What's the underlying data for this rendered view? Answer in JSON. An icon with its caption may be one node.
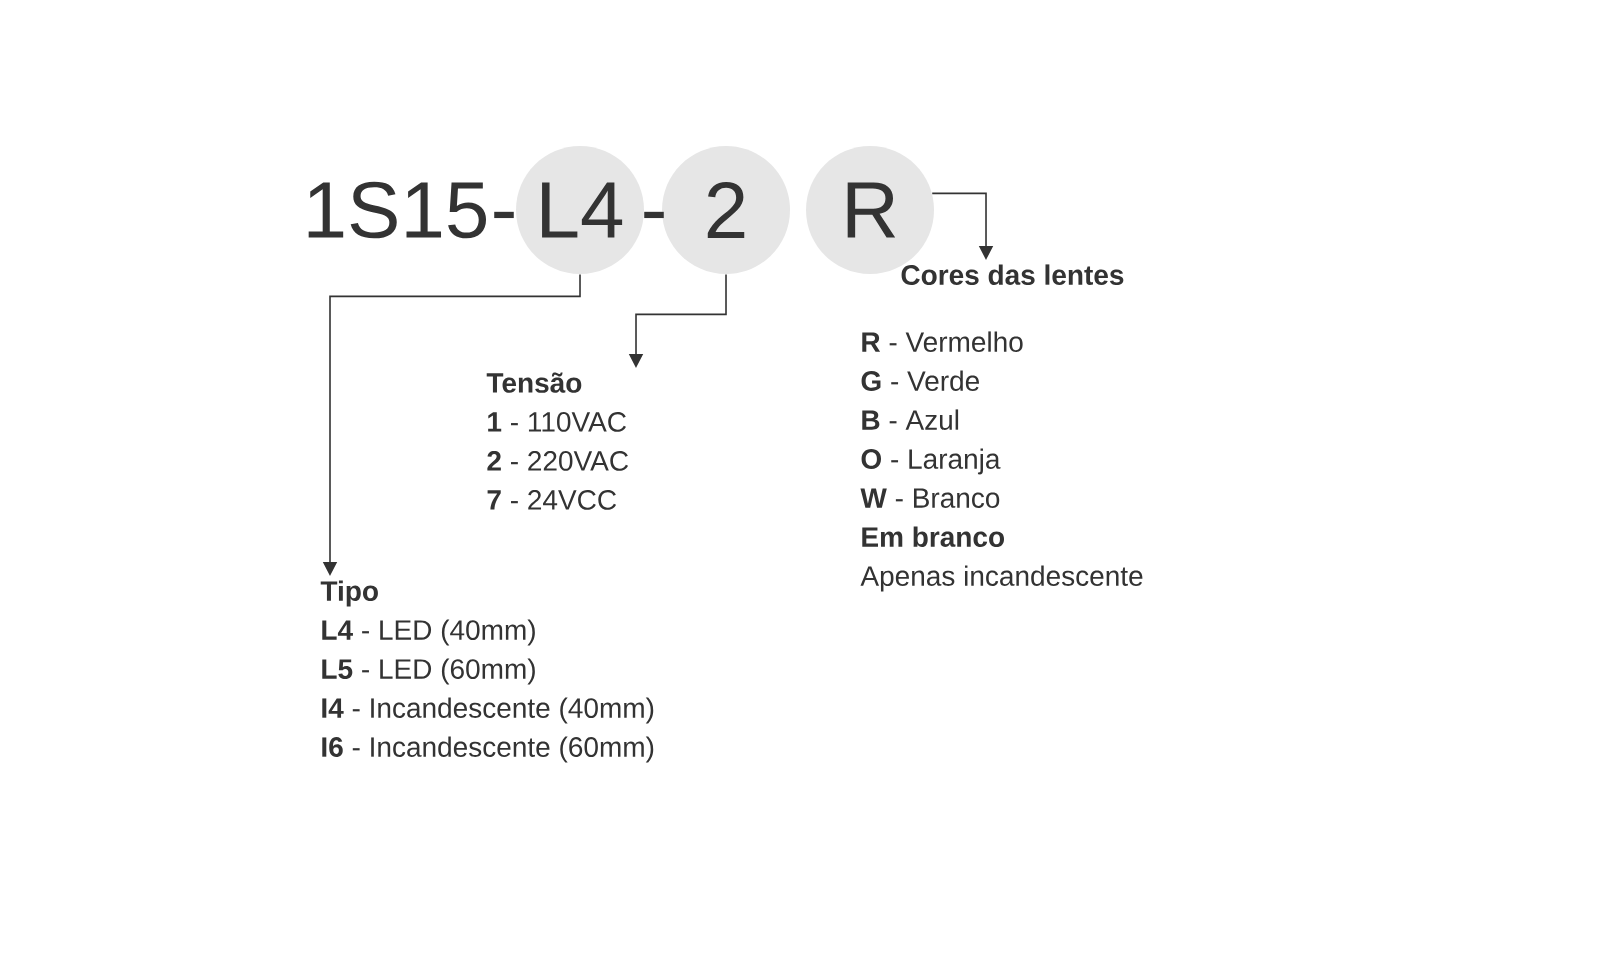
{
  "diagram": {
    "nodes": [
      {
        "text": [
          "L4"
        ]
      },
      {
        "text": [
          "2"
        ]
      },
      {
        "text": [
          "R"
        ]
      },
      {
        "text": [
          "Tipo",
          "**L4** - LED (40mm)",
          "**L5** - LED (60mm)",
          "**I4** - Incandescente  (40mm)",
          "**I6** - Incandescente  (60mm)"
        ]
      },
      {
        "text": [
          "Tensão",
          "**1** - 110VAC",
          "**2** - 220VAC",
          "**7** - 24VCC"
        ]
      },
      {
        "text": [
          "Cores das lentes",
          "**R** - Vermelho",
          "**G** - Verde",
          "**B** - Azul",
          "**O** - Laranja",
          "**W** - Branco",
          "**Em branco**",
          "Apenas incandescente"
        ]
      }
    ],
    "edges": [
      {
        "from": 0,
        "to": 3,
        "arrow": "to"
      },
      {
        "from": 1,
        "to": 4,
        "arrow": "to"
      },
      {
        "from": 2,
        "to": 5,
        "arrow": "to"
      }
    ],
    "labels": [
      "1S15",
      "-",
      "-"
    ]
  }
}
